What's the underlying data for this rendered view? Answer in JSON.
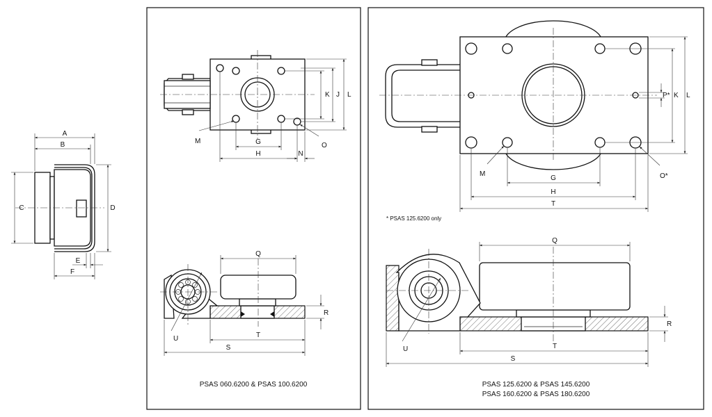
{
  "side_view": {
    "labels": {
      "A": "A",
      "B": "B",
      "C": "C",
      "D": "D",
      "E": "E",
      "F": "F"
    }
  },
  "small_model": {
    "caption": "PSAS 060.6200 & PSAS 100.6200",
    "top_labels": {
      "K": "K",
      "J": "J",
      "L": "L",
      "G": "G",
      "H": "H",
      "N": "N",
      "M": "M",
      "O": "O"
    },
    "front_labels": {
      "Q": "Q",
      "R": "R",
      "T": "T",
      "S": "S",
      "U": "U"
    }
  },
  "large_model": {
    "caption_line1": "PSAS 125.6200 & PSAS 145.6200",
    "caption_line2": "PSAS 160.6200 & PSAS 180.6200",
    "note": "* PSAS 125.6200 only",
    "top_labels": {
      "P": "P*",
      "K": "K",
      "L": "L",
      "M": "M",
      "O": "O*",
      "G": "G",
      "H": "H",
      "T": "T"
    },
    "front_labels": {
      "Q": "Q",
      "R": "R",
      "T": "T",
      "S": "S",
      "U": "U"
    }
  }
}
